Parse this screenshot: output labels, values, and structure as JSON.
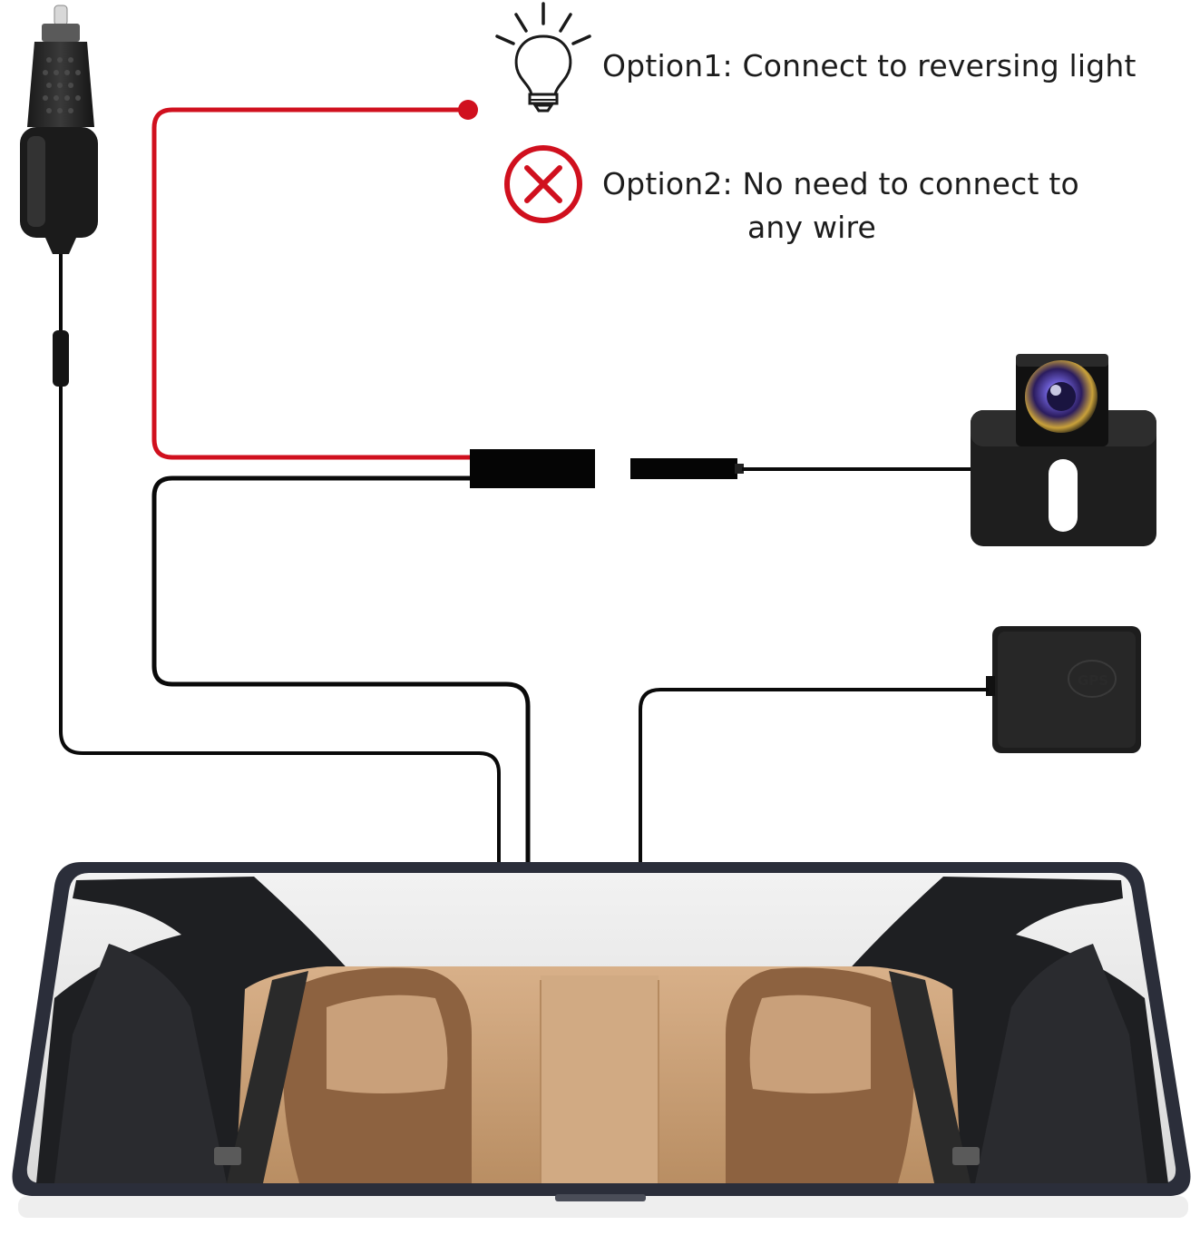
{
  "option1": {
    "label": "Option1: Connect to reversing light",
    "icon": "light-bulb-icon"
  },
  "option2": {
    "label_line1": "Option2: No need to connect to",
    "label_line2": "any wire",
    "icon": "red-cross-icon"
  },
  "gps_module": {
    "label": "GPS"
  },
  "colors": {
    "red_wire": "#d0101e",
    "black_wire": "#0a0a0a",
    "mirror_frame": "#2b2e3a",
    "seat": "#c49a72",
    "seat_dark": "#8d6240"
  }
}
